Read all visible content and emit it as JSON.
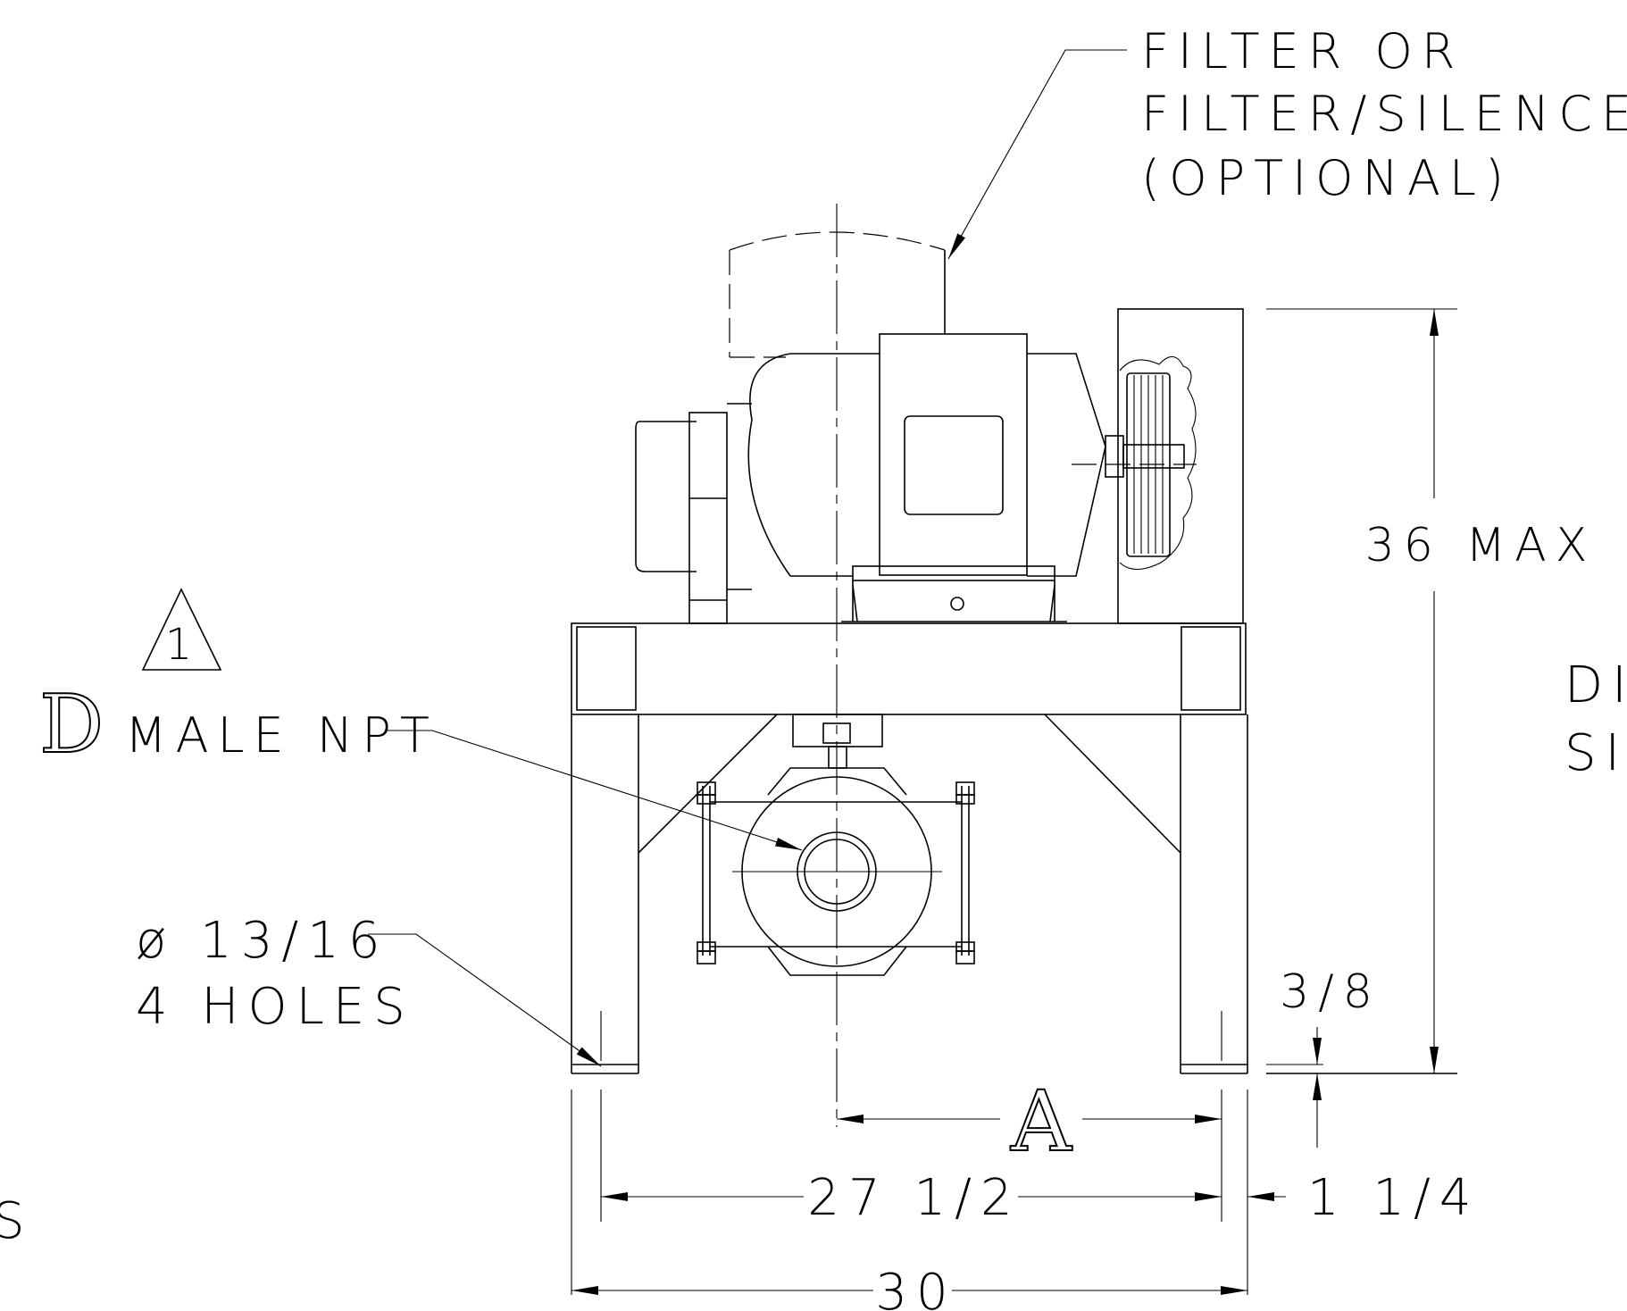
{
  "callouts": {
    "filter_line1": "FILTER OR",
    "filter_line2": "FILTER/SILENCER",
    "filter_line3": "(OPTIONAL)",
    "revision_mark": "1",
    "npt_prefix": "D",
    "npt_label": "MALE NPT",
    "holes_line1": "ø 13/16",
    "holes_line2": "4 HOLES",
    "right_edge_line1": "DI",
    "right_edge_line2": "SI",
    "left_edge": "S"
  },
  "dimensions": {
    "height": "36 MAX",
    "foot_thickness": "3/8",
    "center_offset": "A",
    "bolt_spacing": "27 1/2",
    "edge_offset": "1 1/4",
    "overall_width": "30"
  }
}
